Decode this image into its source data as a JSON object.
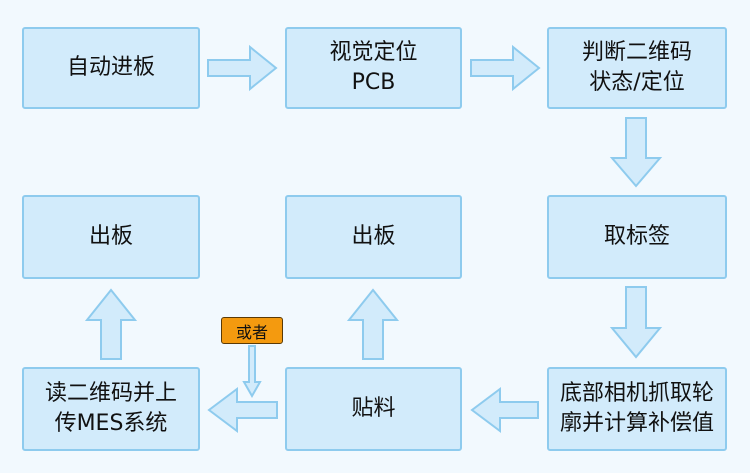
{
  "nodes": {
    "auto_feed": {
      "lines": [
        "自动进板"
      ]
    },
    "vision_locate": {
      "lines": [
        "视觉定位",
        "PCB"
      ]
    },
    "qr_judge": {
      "lines": [
        "判断二维码",
        "状态/定位"
      ]
    },
    "take_label": {
      "lines": [
        "取标签"
      ]
    },
    "bottom_camera": {
      "lines": [
        "底部相机抓取轮",
        "廓并计算补偿值"
      ]
    },
    "attach": {
      "lines": [
        "贴料"
      ]
    },
    "read_qr_upload": {
      "lines": [
        "读二维码并上",
        "传MES系统"
      ]
    },
    "output_left": {
      "lines": [
        "出板"
      ]
    },
    "output_middle": {
      "lines": [
        "出板"
      ]
    }
  },
  "or_label": "或者",
  "colors": {
    "background": "#f2f9fe",
    "box_fill": "#d2ebfb",
    "box_border": "#8ecbee",
    "badge_fill": "#f49a0f"
  }
}
